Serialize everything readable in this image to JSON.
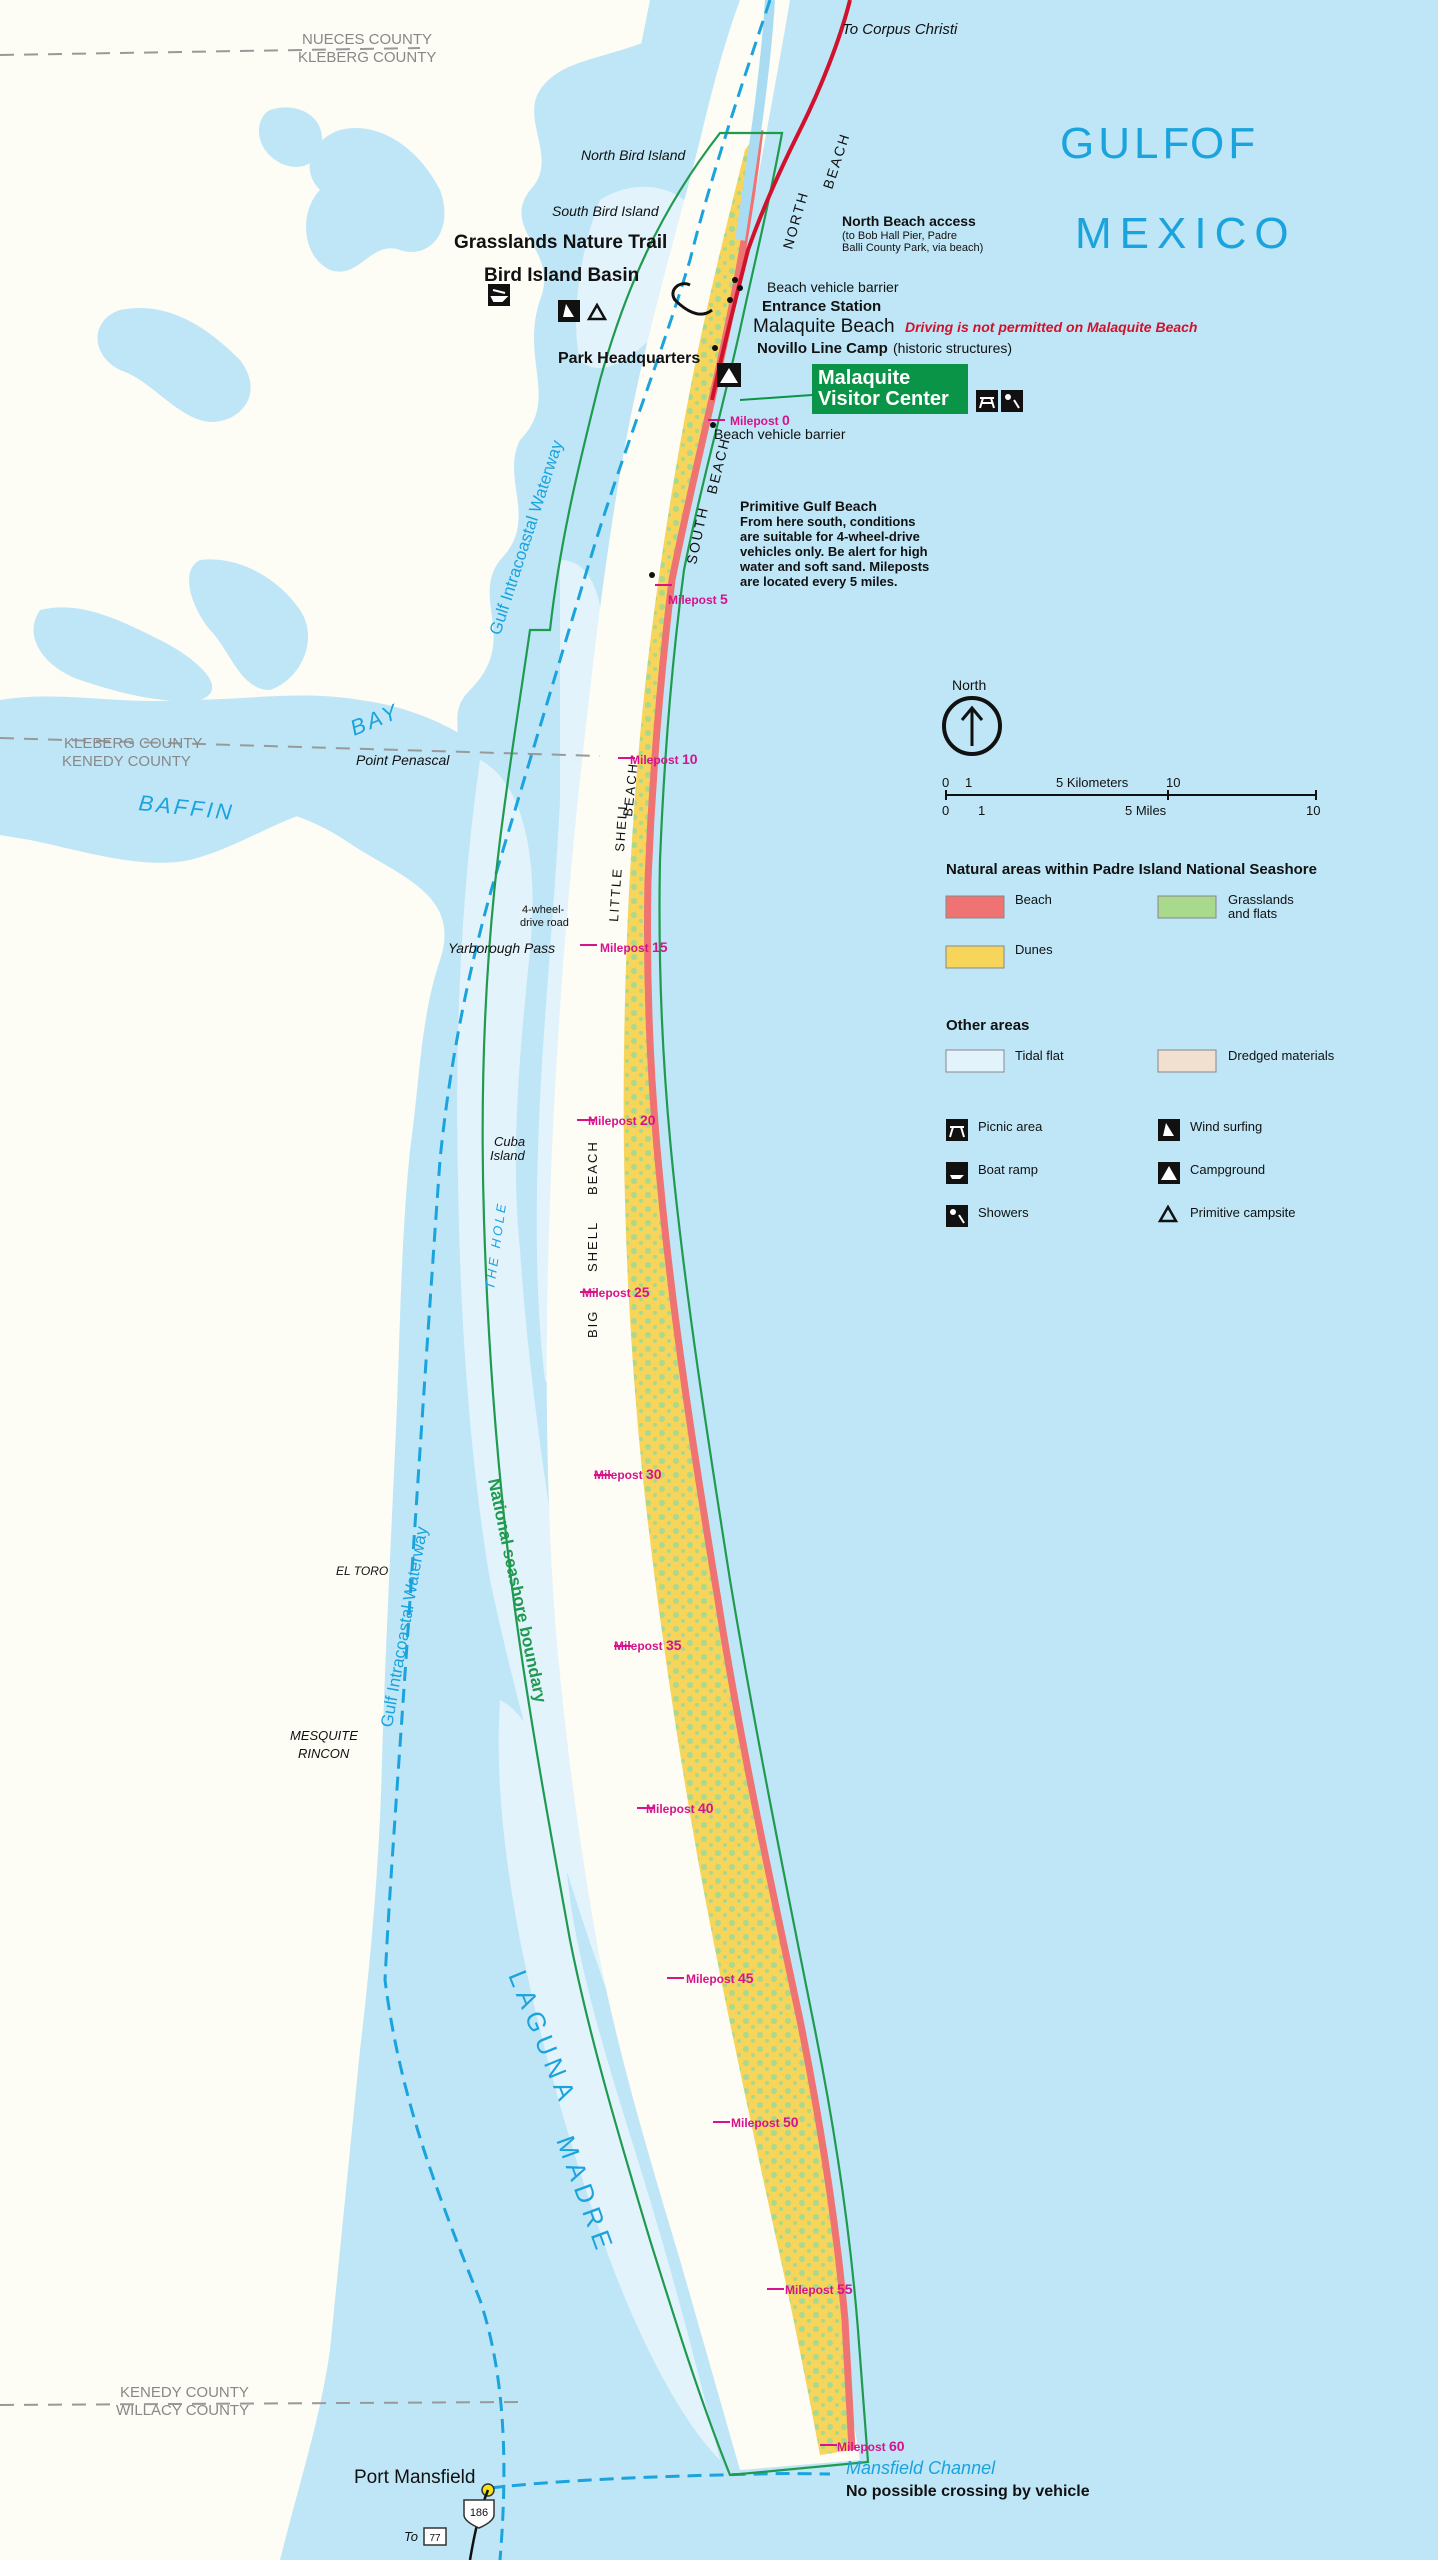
{
  "labels": {
    "gulf_1": "GULF",
    "gulf_2": "OF",
    "gulf_3": "MEXICO",
    "to_corpus": "To Corpus Christi",
    "nueces_county": "NUECES COUNTY",
    "kleberg_county_top": "KLEBERG COUNTY",
    "kleberg_county_mid": "KLEBERG COUNTY",
    "kenedy_county_mid": "KENEDY COUNTY",
    "kenedy_county_bot": "KENEDY COUNTY",
    "willacy_county": "WILLACY COUNTY",
    "north_bird_island": "North Bird Island",
    "south_bird_island": "South Bird Island",
    "grasslands_trail": "Grasslands Nature Trail",
    "bird_island_basin": "Bird Island Basin",
    "park_hq": "Park Headquarters",
    "north_beach_access": "North Beach access",
    "north_beach_access_note_1": "(to Bob Hall Pier, Padre",
    "north_beach_access_note_2": "Balli County Park, via beach)",
    "beach_vehicle_barrier_top": "Beach vehicle barrier",
    "entrance_station": "Entrance Station",
    "malaquite_beach": "Malaquite Beach",
    "driving_note": "Driving is not permitted on Malaquite Beach",
    "novillo_camp": "Novillo Line Camp",
    "novillo_note": "(historic structures)",
    "visitor_center_1": "Malaquite",
    "visitor_center_2": "Visitor Center",
    "beach_vehicle_barrier_bottom": "Beach vehicle barrier",
    "north_beach_1": "NORTH",
    "north_beach_2": "BEACH",
    "south_beach_1": "SOUTH",
    "south_beach_2": "BEACH",
    "little_shell_1": "LITTLE",
    "little_shell_2": "SHELL",
    "little_shell_3": "BEACH",
    "big_shell_1": "BIG",
    "big_shell_2": "SHELL",
    "big_shell_3": "BEACH",
    "primitive_title": "Primitive Gulf Beach",
    "primitive_1": "From here south, conditions",
    "primitive_2": "are suitable for 4-wheel-drive",
    "primitive_3": "vehicles only. Be alert for high",
    "primitive_4": "water and soft sand. Mileposts",
    "primitive_5": "are located every 5 miles.",
    "baffin": "BAFFIN",
    "bay": "BAY",
    "point_penascal": "Point Penascal",
    "four_wheel_1": "4-wheel-",
    "four_wheel_2": "drive road",
    "yarborough": "Yarborough Pass",
    "cuba_1": "Cuba",
    "cuba_2": "Island",
    "the_hole": "THE HOLE",
    "el_toro": "EL TORO",
    "mesquite_1": "MESQUITE",
    "mesquite_2": "RINCON",
    "gulf_intracoastal_top": "Gulf   Intracoastal   Waterway",
    "gulf_intracoastal_bot": "Gulf   Intracoastal   Waterway",
    "ns_boundary": "National   seashore   boundary",
    "laguna": "LAGUNA",
    "madre": "MADRE",
    "port_mansfield": "Port Mansfield",
    "mansfield_channel": "Mansfield Channel",
    "no_crossing": "No possible crossing by vehicle",
    "to_77": "To",
    "hwy_77": "77",
    "hwy_186": "186"
  },
  "mileposts": [
    {
      "prefix": "Milepost",
      "num": "0"
    },
    {
      "prefix": "Milepost",
      "num": "5"
    },
    {
      "prefix": "Milepost",
      "num": "10"
    },
    {
      "prefix": "Milepost",
      "num": "15"
    },
    {
      "prefix": "Milepost",
      "num": "20"
    },
    {
      "prefix": "Milepost",
      "num": "25"
    },
    {
      "prefix": "Milepost",
      "num": "30"
    },
    {
      "prefix": "Milepost",
      "num": "35"
    },
    {
      "prefix": "Milepost",
      "num": "40"
    },
    {
      "prefix": "Milepost",
      "num": "45"
    },
    {
      "prefix": "Milepost",
      "num": "50"
    },
    {
      "prefix": "Milepost",
      "num": "55"
    },
    {
      "prefix": "Milepost",
      "num": "60"
    }
  ],
  "north_arrow": {
    "label": "North"
  },
  "scale": {
    "km_0": "0",
    "km_1": "1",
    "km_5": "5 Kilometers",
    "km_10": "10",
    "mi_0": "0",
    "mi_1": "1",
    "mi_5": "5 Miles",
    "mi_10": "10"
  },
  "legend": {
    "natural_title": "Natural areas within Padre Island National Seashore",
    "beach": "Beach",
    "grasslands_1": "Grasslands",
    "grasslands_2": "and flats",
    "dunes": "Dunes",
    "other_title": "Other areas",
    "tidal_flat": "Tidal flat",
    "dredged": "Dredged materials",
    "picnic": "Picnic area",
    "wind_surfing": "Wind surfing",
    "boat_ramp": "Boat ramp",
    "campground": "Campground",
    "showers": "Showers",
    "primitive_campsite": "Primitive campsite"
  },
  "colors": {
    "water": "#bfe6f7",
    "land": "#fdfcf5",
    "tidal_flat": "#e3f3fb",
    "deep_water": "#a9dcf3",
    "dunes": "#f7d45a",
    "grasslands": "#a9d98c",
    "beach": "#ee7372",
    "dredged": "#f1e0cf",
    "label_blue": "#1aa3dd",
    "milepost_magenta": "#d6138a",
    "boundary_green": "#1f9a4f",
    "road_red": "#d0122c",
    "visitor_green": "#0a9447"
  },
  "icons": [
    "picnic-icon",
    "wind-surfing-icon",
    "boat-ramp-icon",
    "campground-icon",
    "showers-icon",
    "primitive-campsite-icon",
    "north-arrow-icon"
  ]
}
